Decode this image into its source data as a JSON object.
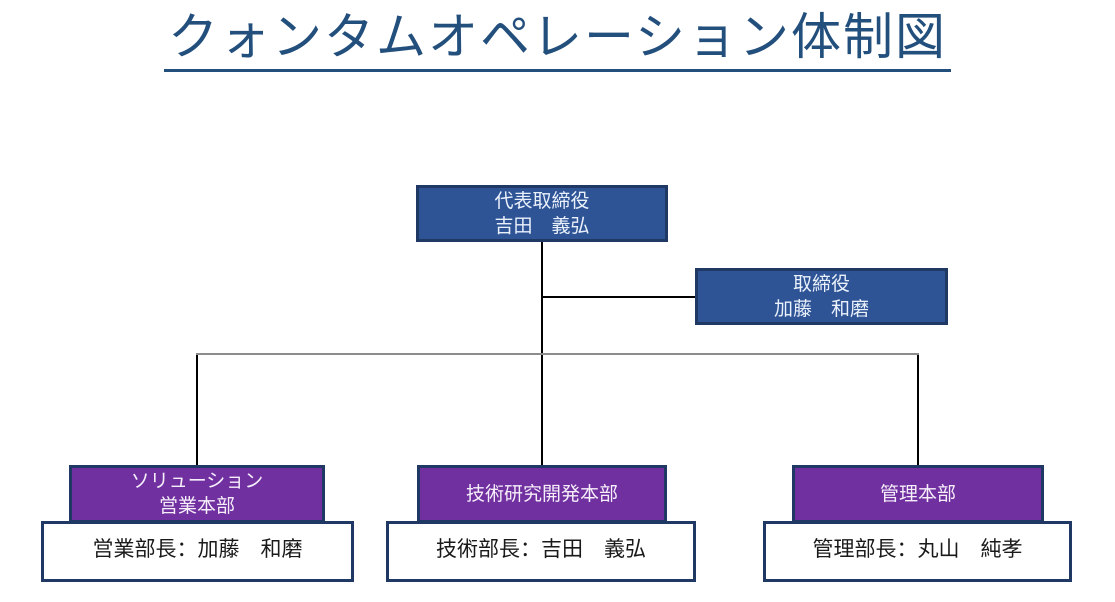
{
  "title": "クォンタムオペレーション体制図",
  "colors": {
    "title_blue": "#234F7D",
    "node_blue_fill": "#2E5496",
    "node_border_navy": "#1F3864",
    "node_purple_fill": "#7030A0",
    "connector_black": "#000000",
    "rail_gray": "#8C8C8C"
  },
  "org": {
    "ceo": {
      "role": "代表取締役",
      "name": "吉田　義弘"
    },
    "director": {
      "role": "取締役",
      "name": "加藤　和磨"
    },
    "divisions": [
      {
        "department": "ソリューション\n営業本部",
        "manager": "営業部長：加藤　和磨"
      },
      {
        "department": "技術研究開発本部",
        "manager": "技術部長：吉田　義弘"
      },
      {
        "department": "管理本部",
        "manager": "管理部長：丸山　純孝"
      }
    ]
  }
}
